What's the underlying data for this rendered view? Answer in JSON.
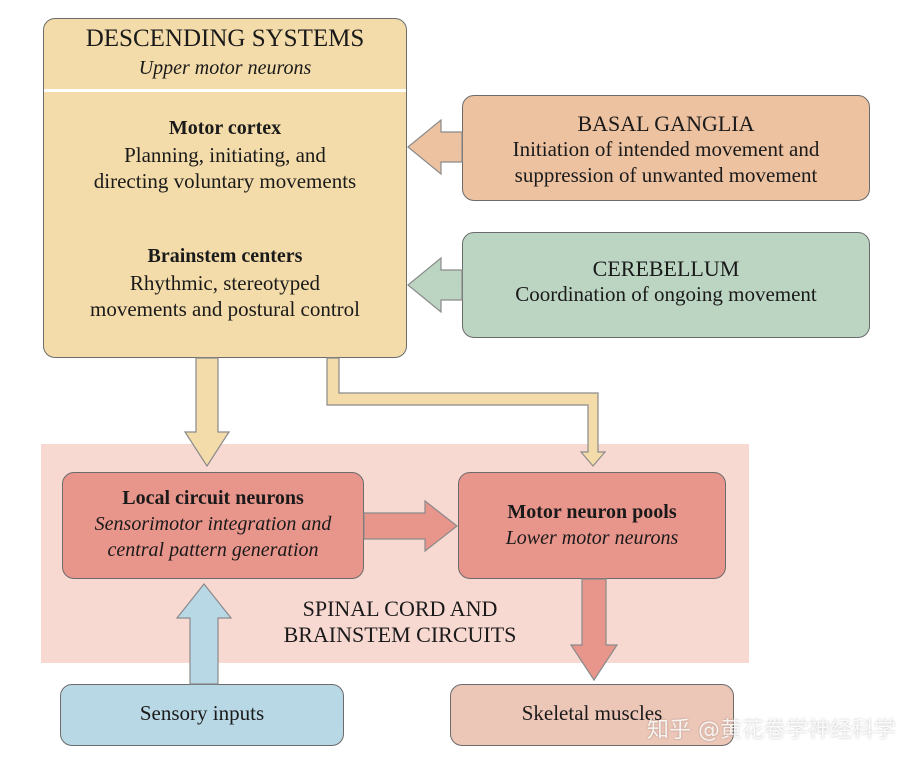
{
  "descending": {
    "title": "DESCENDING SYSTEMS",
    "subtitle": "Upper motor neurons",
    "motor_cortex": {
      "heading": "Motor cortex",
      "line1": "Planning, initiating, and",
      "line2": "directing voluntary movements"
    },
    "brainstem": {
      "heading": "Brainstem centers",
      "line1": "Rhythmic, stereotyped",
      "line2": "movements and postural control"
    }
  },
  "basal_ganglia": {
    "title": "BASAL GANGLIA",
    "line1": "Initiation of intended movement and",
    "line2": "suppression of unwanted movement"
  },
  "cerebellum": {
    "title": "CEREBELLUM",
    "line1": "Coordination of ongoing movement"
  },
  "local_circuit": {
    "heading": "Local circuit neurons",
    "line1": "Sensorimotor integration and",
    "line2": "central pattern generation"
  },
  "motor_pools": {
    "heading": "Motor neuron pools",
    "subtitle": "Lower motor neurons"
  },
  "spinal": {
    "line1": "SPINAL CORD AND",
    "line2": "BRAINSTEM CIRCUITS"
  },
  "sensory": {
    "label": "Sensory inputs"
  },
  "muscles": {
    "label": "Skeletal muscles"
  },
  "watermark": "知乎 @黄花卷学神经科学",
  "colors": {
    "descending": "#f3dcaa",
    "basal_ganglia": "#edc2a1",
    "cerebellum": "#bcd5c2",
    "circuit_boxes": "#e8958c",
    "spinal_region": "#f8d9d2",
    "sensory": "#b8d8e6",
    "muscles": "#ecc6b7"
  }
}
